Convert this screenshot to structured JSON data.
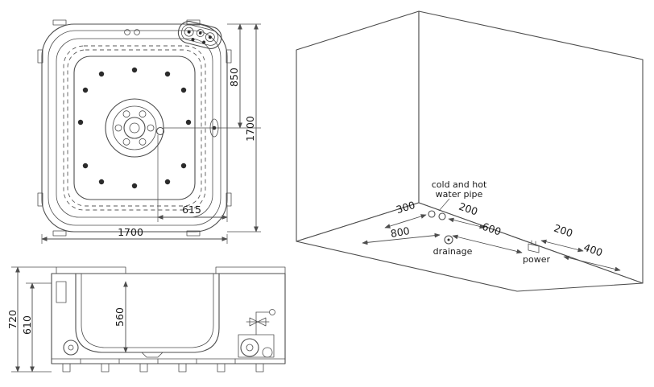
{
  "drawing": {
    "background": "#ffffff",
    "line_color": "#4d4d4d",
    "subject": "whirlpool bathtub installation drawing"
  },
  "top_view": {
    "dim_edge_to_center": "850",
    "dim_overall_depth": "1700",
    "dim_center_to_edge": "615",
    "dim_overall_width": "1700"
  },
  "side_view": {
    "dim_overall_height": "720",
    "dim_rim_height": "610",
    "dim_basin_depth": "560"
  },
  "iso_view": {
    "pipe_label_line1": "cold and hot",
    "pipe_label_line2": "water pipe",
    "drainage_label": "drainage",
    "power_label": "power",
    "dim_wall_to_pipes": "300",
    "dim_pipes_offset": "200",
    "dim_drain_offset": "600",
    "dim_wall_to_drain": "800",
    "dim_power_offset": "200",
    "dim_power_to_wall": "400"
  }
}
